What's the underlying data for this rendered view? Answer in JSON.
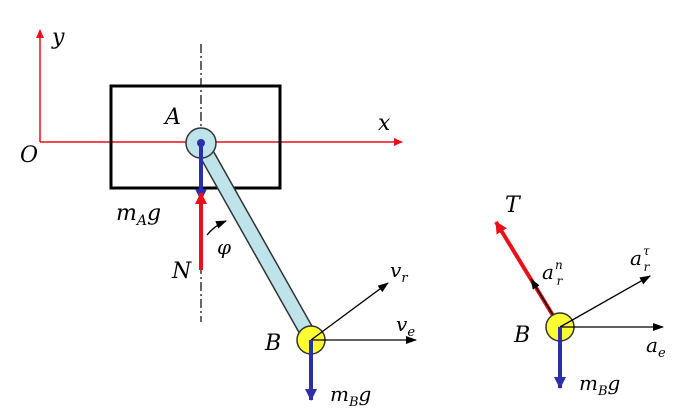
{
  "colors": {
    "axis": "#e8101a",
    "force_red": "#e8101a",
    "gravity": "#2b2fa8",
    "rod_fill": "#bfe3ea",
    "rod_stroke": "#333333",
    "pin_fill": "#bfe3ea",
    "ball_fill": "#ffff33",
    "ink": "#000000"
  },
  "labels": {
    "y": "y",
    "x": "x",
    "O": "O",
    "A": "A",
    "B_left": "B",
    "B_right": "B",
    "N": "N",
    "T": "T",
    "phi": "φ",
    "mAg": {
      "main": "m",
      "sub": "A",
      "tail": "g"
    },
    "mBg_left": {
      "main": "m",
      "sub": "B",
      "tail": "g"
    },
    "mBg_right": {
      "main": "m",
      "sub": "B",
      "tail": "g"
    },
    "vr": {
      "main": "v",
      "sub": "r"
    },
    "ve": {
      "main": "v",
      "sub": "e"
    },
    "arn": {
      "main": "a",
      "sub": "r",
      "sup": "n"
    },
    "artau": {
      "main": "a",
      "sub": "r",
      "sup": "τ"
    },
    "ae": {
      "main": "a",
      "sub": "e"
    }
  },
  "icons": {
    "block": "rectangle-block-icon",
    "pin": "pin-joint-icon",
    "ball": "ball-mass-icon"
  }
}
